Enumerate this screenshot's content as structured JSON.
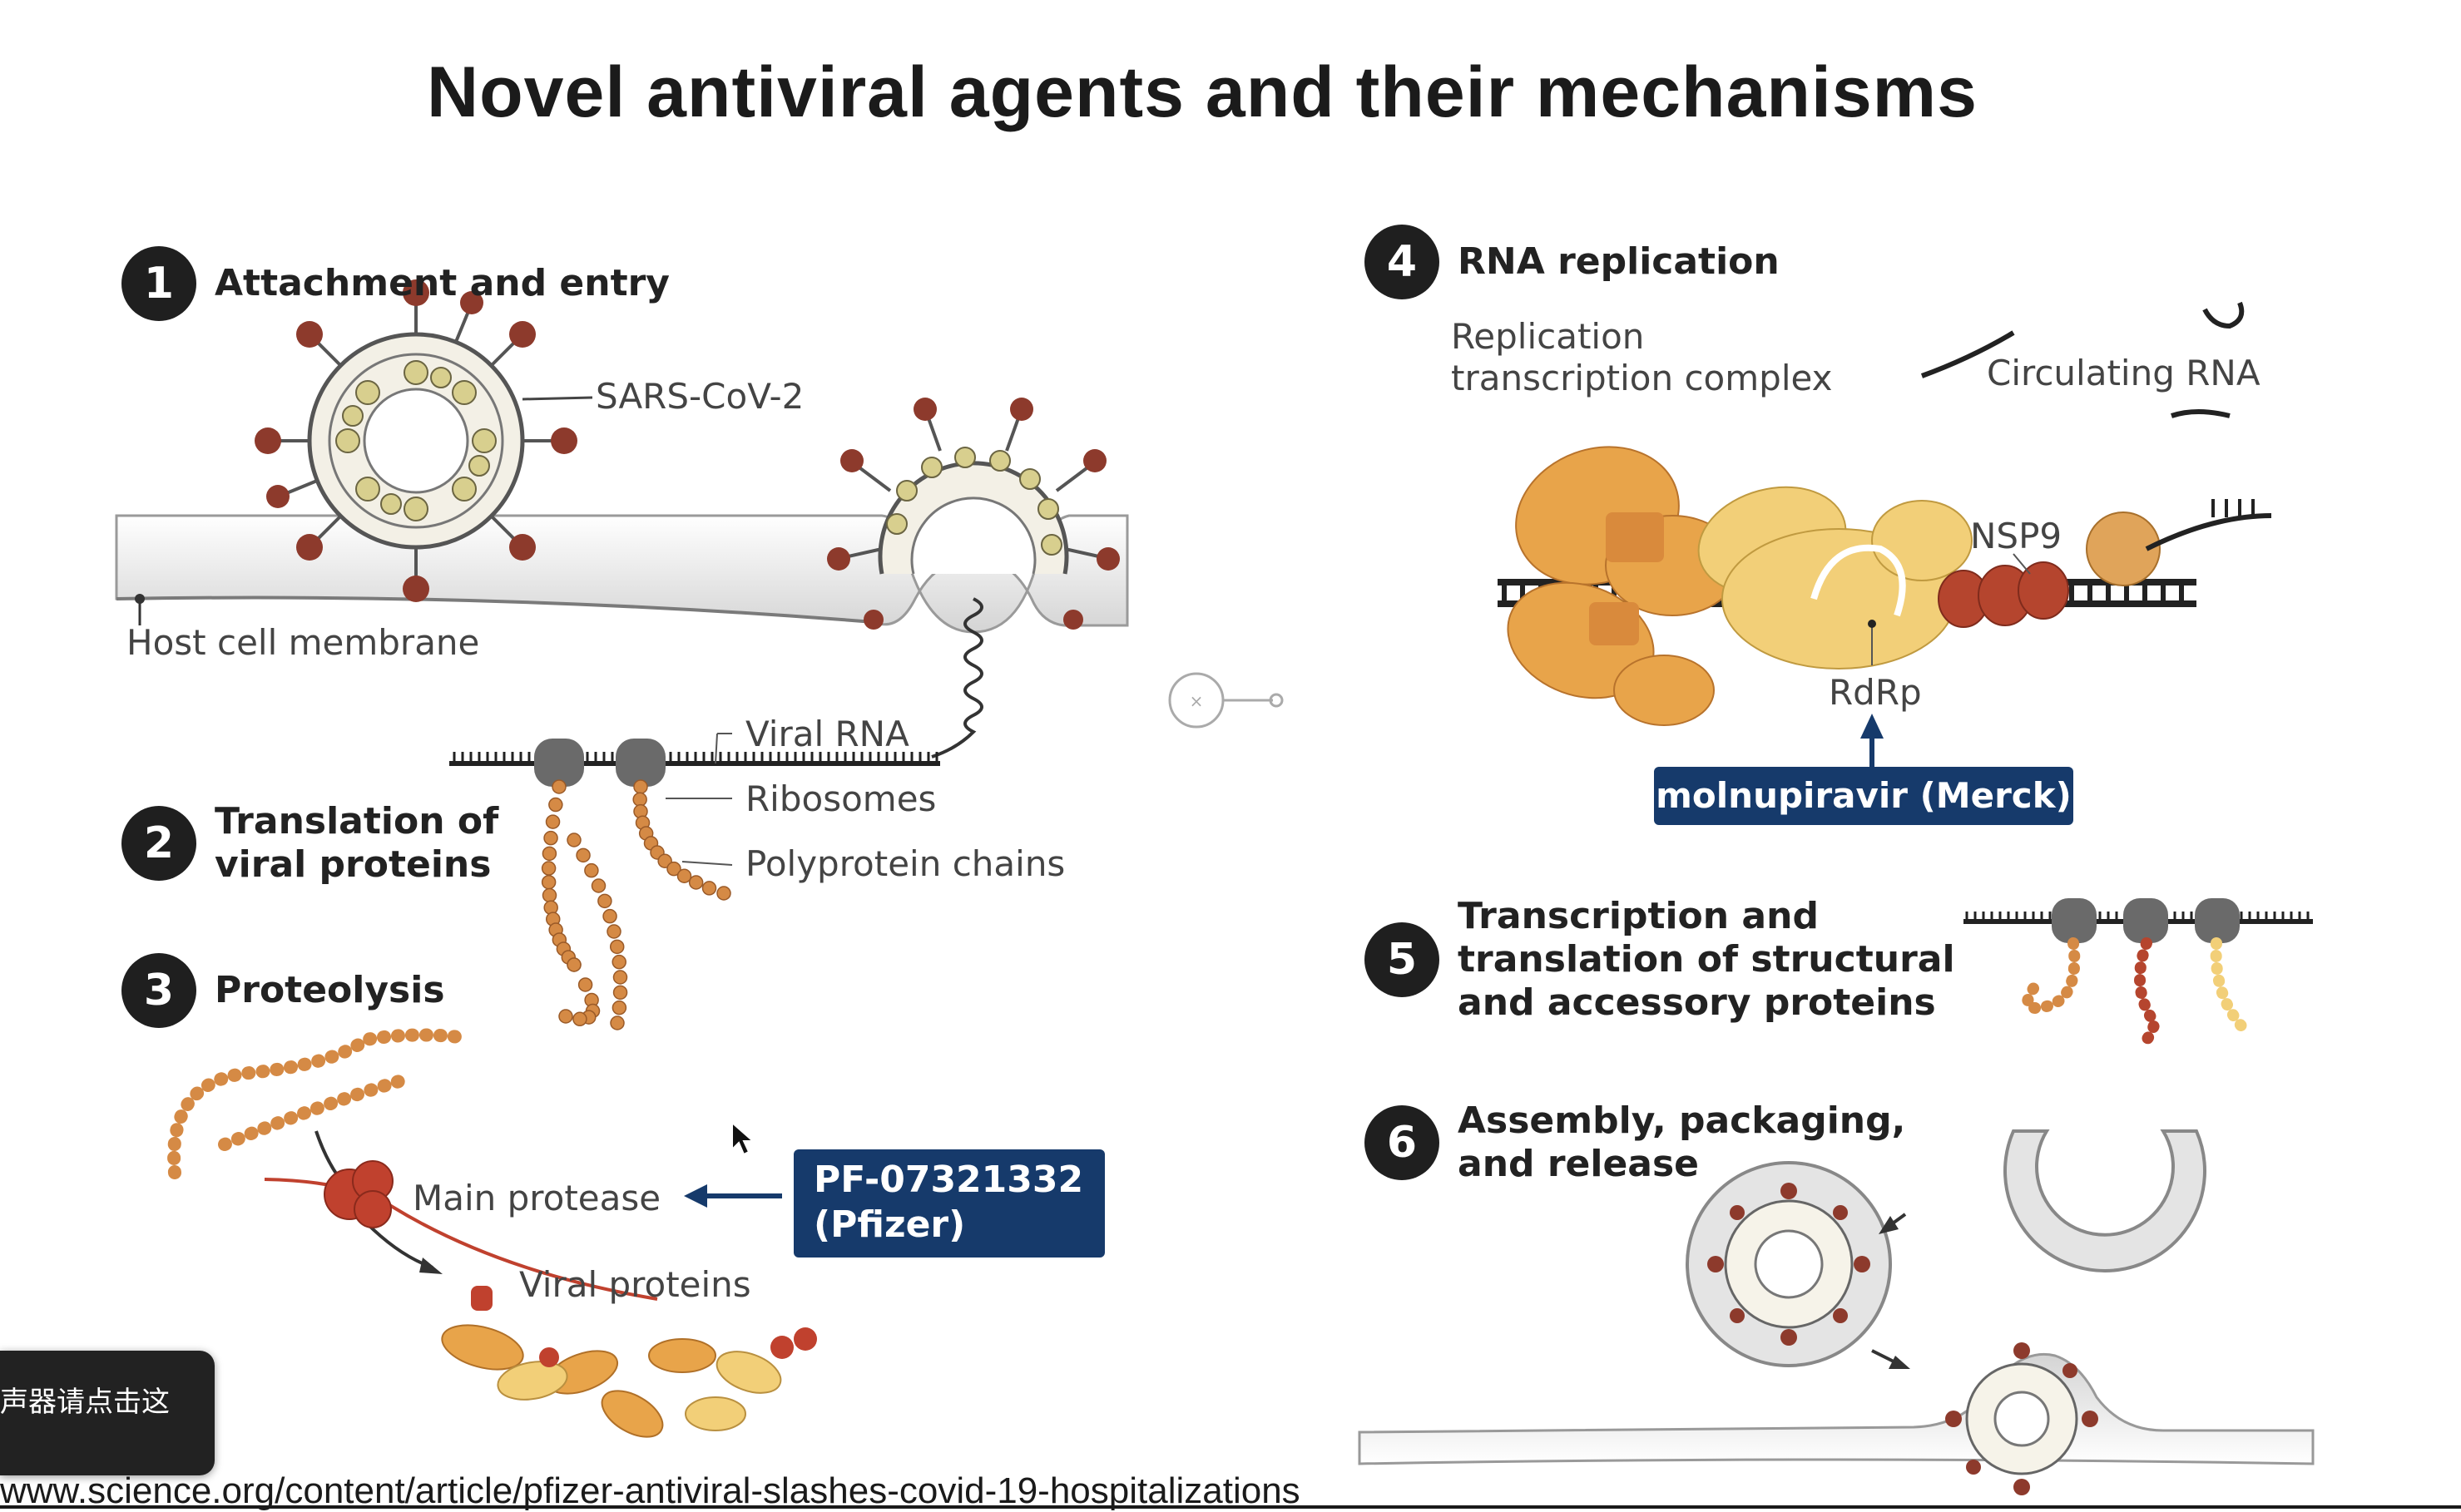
{
  "slide": {
    "title": "Novel antiviral agents and their mechanisms",
    "steps": [
      {
        "number": "1",
        "label": "Attachment and entry"
      },
      {
        "number": "2",
        "label_line1": "Translation of",
        "label_line2": "viral proteins"
      },
      {
        "number": "3",
        "label": "Proteolysis"
      },
      {
        "number": "4",
        "label": "RNA replication"
      },
      {
        "number": "5",
        "label_line1": "Transcription and",
        "label_line2": "translation of structural",
        "label_line3": "and accessory proteins"
      },
      {
        "number": "6",
        "label_line1": "Assembly, packaging,",
        "label_line2": "and release"
      }
    ],
    "labels": {
      "sars_cov_2": "SARS-CoV-2",
      "host_cell_membrane": "Host cell membrane",
      "viral_rna": "Viral RNA",
      "ribosomes": "Ribosomes",
      "polyprotein_chains": "Polyprotein chains",
      "main_protease": "Main protease",
      "viral_proteins": "Viral proteins",
      "replication_complex_line1": "Replication",
      "replication_complex_line2": "transcription complex",
      "circulating_rna": "Circulating RNA",
      "nsp9": "NSP9",
      "rdrp": "RdRp"
    },
    "drugs": {
      "pfizer_line1": "PF-07321332",
      "pfizer_line2": "(Pfizer)",
      "merck": "molnupiravir (Merck)"
    },
    "colors": {
      "drug_box": "#163a6b",
      "protease_red": "#c0412e",
      "protein_orange": "#e8a44a",
      "protein_yellow": "#f2cf78"
    }
  },
  "overlay": {
    "toast_text": "声器请点击这",
    "source_url": "www.science.org/content/article/pfizer-antiviral-slashes-covid-19-hospitalizations"
  }
}
